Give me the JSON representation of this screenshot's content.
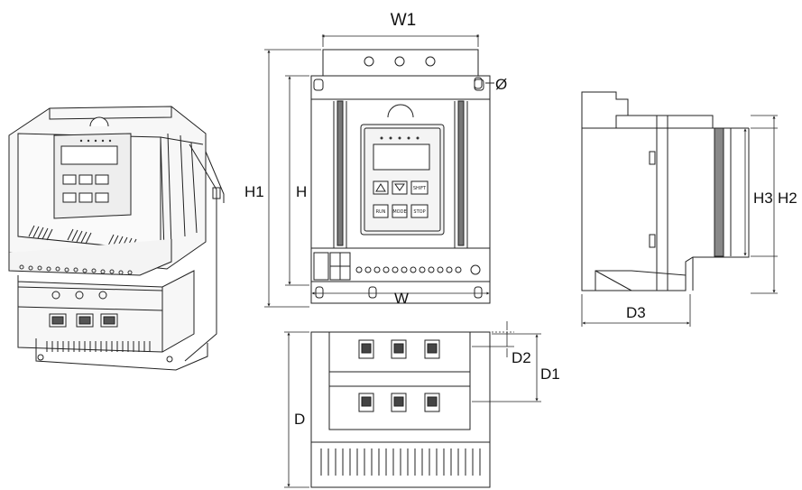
{
  "dimension_labels": {
    "w1": "W1",
    "phi": "Ø",
    "h1": "H1",
    "h": "H",
    "w": "W",
    "h3": "H3",
    "h2": "H2",
    "d3": "D3",
    "d2": "D2",
    "d1": "D1",
    "d": "D"
  },
  "colors": {
    "line": "#222222",
    "panel_fill": "#f4f4f4",
    "display_fill": "#ffffff",
    "rail_fill": "#6a6a6a",
    "background": "#ffffff"
  },
  "icons": {
    "keypad": [
      "up-arrow-icon",
      "down-arrow-icon",
      "shift-icon",
      "run-icon",
      "mode-icon",
      "stop-icon"
    ]
  }
}
